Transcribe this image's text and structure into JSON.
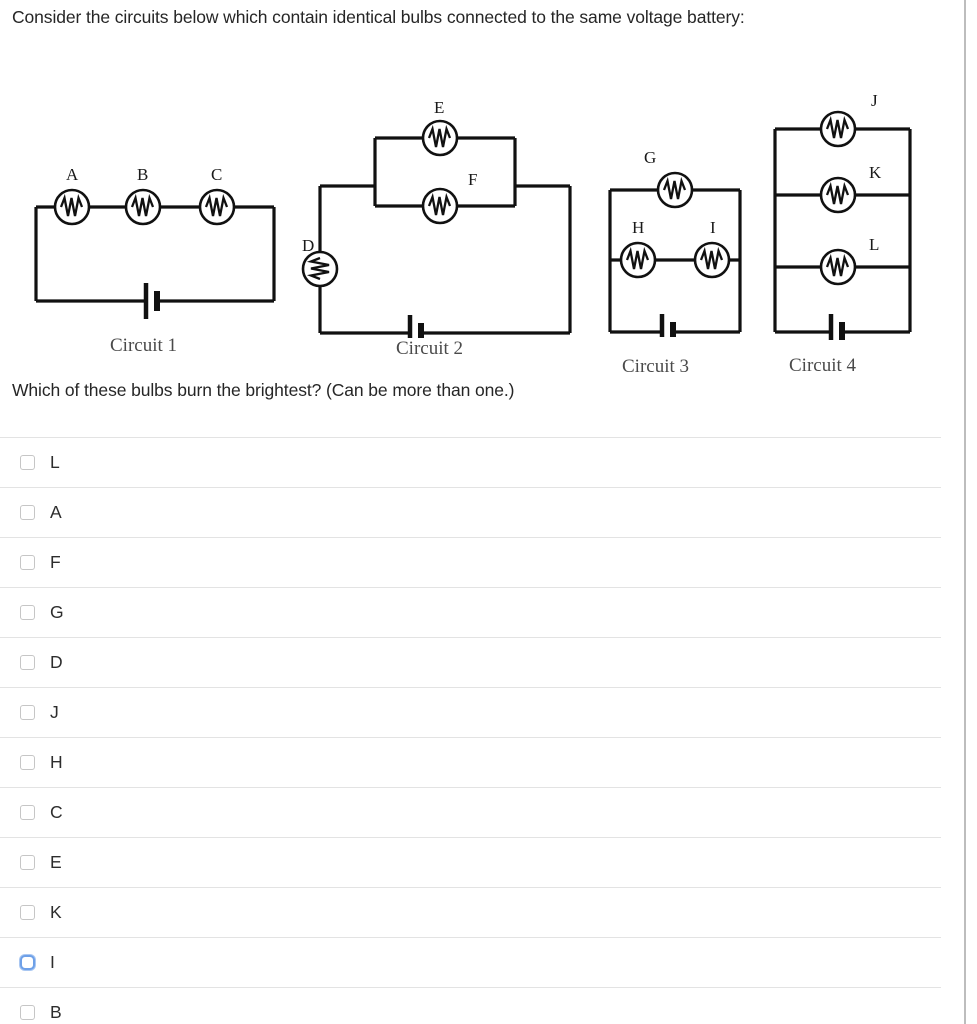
{
  "prompt": "Consider the circuits below which contain identical bulbs connected to the same voltage battery:",
  "question": "Which of these bulbs burn the brightest? (Can be more than one.)",
  "figure": {
    "circuits": [
      {
        "caption": "Circuit 1",
        "bulbs": [
          "A",
          "B",
          "C"
        ],
        "description": "three bulbs in series with battery"
      },
      {
        "caption": "Circuit 2",
        "bulbs": [
          "D",
          "E",
          "F"
        ],
        "description": "bulb D in series with parallel bulbs E and F"
      },
      {
        "caption": "Circuit 3",
        "bulbs": [
          "G",
          "H",
          "I"
        ],
        "description": "bulb G parallel with series bulbs H and I"
      },
      {
        "caption": "Circuit 4",
        "bulbs": [
          "J",
          "K",
          "L"
        ],
        "description": "three bulbs in parallel with battery"
      }
    ]
  },
  "options": [
    {
      "label": "L",
      "checked": false,
      "focused": false
    },
    {
      "label": "A",
      "checked": false,
      "focused": false
    },
    {
      "label": "F",
      "checked": false,
      "focused": false
    },
    {
      "label": "G",
      "checked": false,
      "focused": false
    },
    {
      "label": "D",
      "checked": false,
      "focused": false
    },
    {
      "label": "J",
      "checked": false,
      "focused": false
    },
    {
      "label": "H",
      "checked": false,
      "focused": false
    },
    {
      "label": "C",
      "checked": false,
      "focused": false
    },
    {
      "label": "E",
      "checked": false,
      "focused": false
    },
    {
      "label": "K",
      "checked": false,
      "focused": false
    },
    {
      "label": "I",
      "checked": false,
      "focused": true
    },
    {
      "label": "B",
      "checked": false,
      "focused": false
    }
  ],
  "colors": {
    "focus_ring": "#6ea0e8",
    "separator": "#e3e3e3",
    "text": "#2d2d2d",
    "wire": "#111111",
    "caption": "#4a4a4a"
  }
}
